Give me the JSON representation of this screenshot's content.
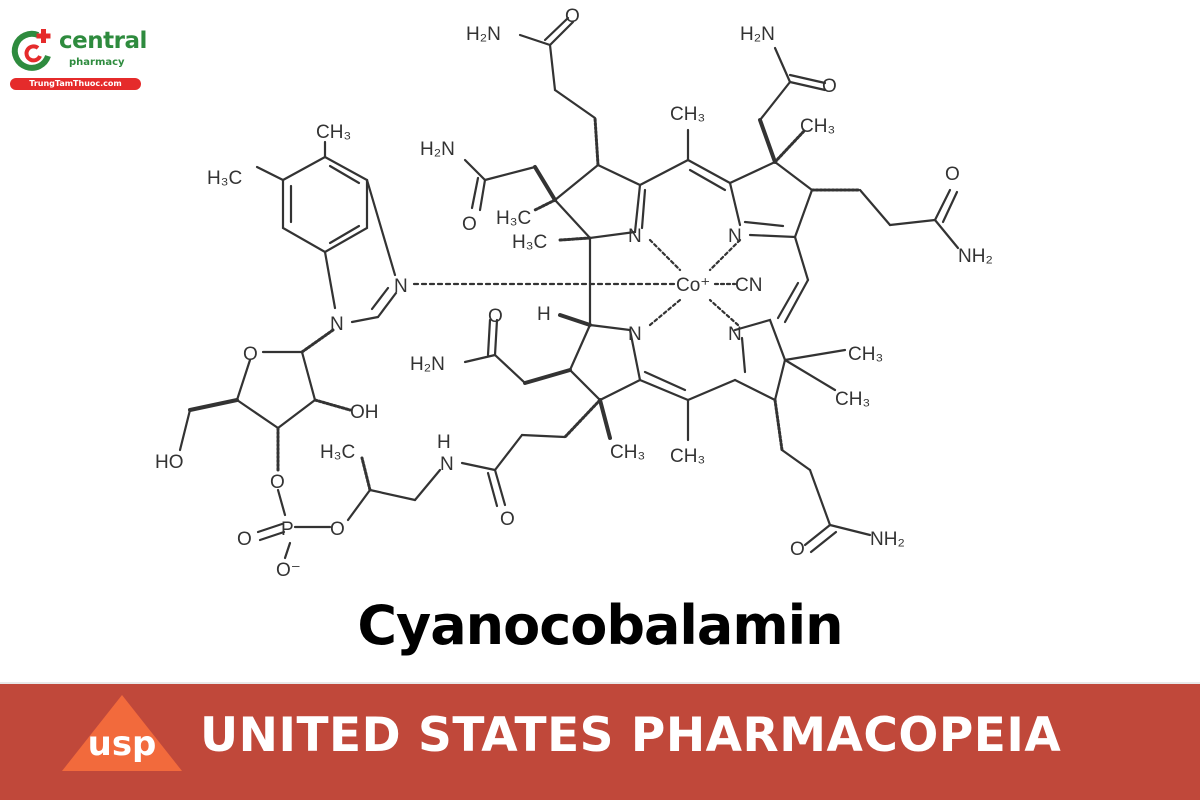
{
  "logo": {
    "brand": "central",
    "sub": "pharmacy",
    "site": "TrungTamThuoc.com",
    "colors": {
      "green": "#2e8b3e",
      "red": "#e52b2b"
    }
  },
  "molecule": {
    "name": "Cyanocobalamin",
    "labels": {
      "h2n": "H₂N",
      "nh2": "NH₂",
      "o": "O",
      "n": "N",
      "h": "H",
      "oh": "OH",
      "ho": "HO",
      "ch3": "CH₃",
      "h3c": "H₃C",
      "p": "P",
      "o_minus": "O⁻",
      "co": "Co⁺",
      "cn": "CN"
    }
  },
  "title": "Cyanocobalamin",
  "banner": {
    "logo_text": "usp",
    "text": "UNITED STATES PHARMACOPEIA",
    "colors": {
      "background": "#c0483a",
      "triangle": "#f26a3c",
      "text": "#ffffff"
    }
  }
}
